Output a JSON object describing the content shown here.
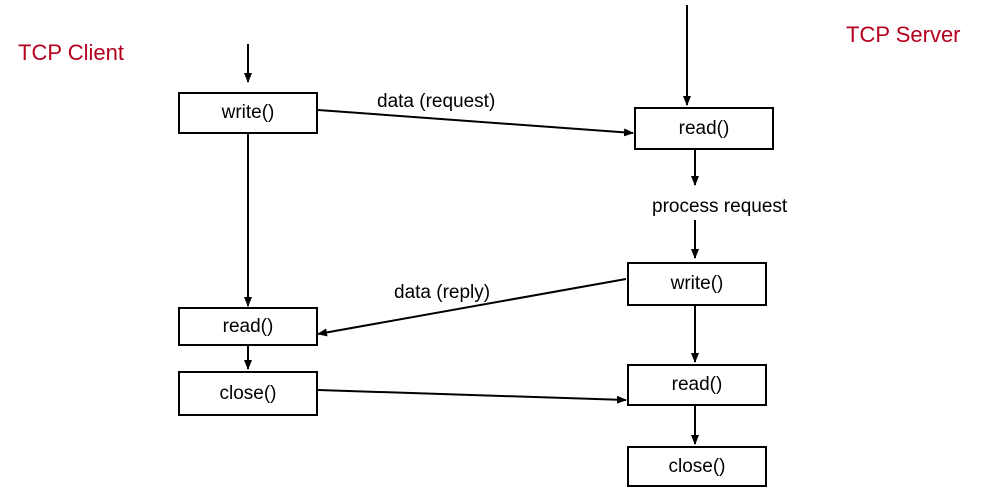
{
  "client": {
    "title": "TCP Client",
    "write": "write()",
    "read": "read()",
    "close": "close()"
  },
  "server": {
    "title": "TCP Server",
    "read_request": "read()",
    "process": "process request",
    "write": "write()",
    "read_eof": "read()",
    "close": "close()"
  },
  "messages": {
    "request": "data (request)",
    "reply": "data (reply)"
  },
  "colors": {
    "title": "#b5001e",
    "line": "#000000"
  }
}
